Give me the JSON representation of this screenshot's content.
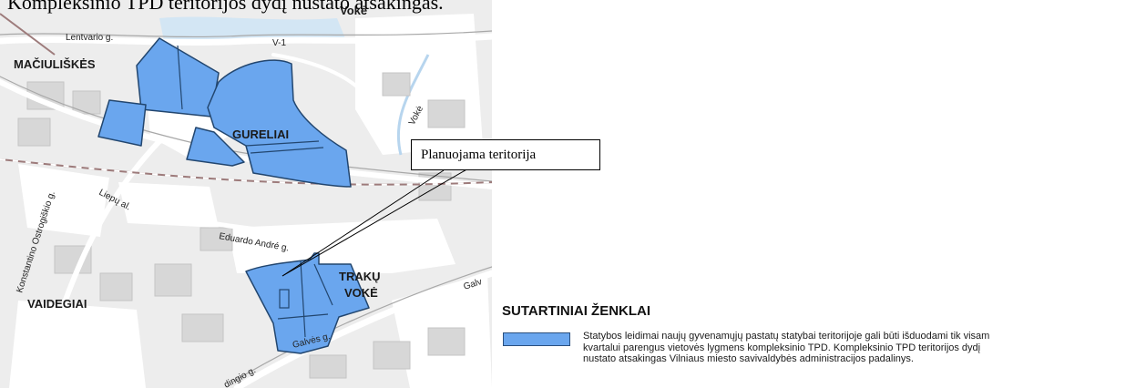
{
  "caption": "Kompleksinio TPD teritorijos dydį nustato atsakingas.",
  "map": {
    "districts": {
      "maciuliskes": "MAČIULIŠKĖS",
      "gureliai": "GURELIAI",
      "traku_voke_line1": "TRAKŲ",
      "traku_voke_line2": "VOKĖ",
      "vaidegiai": "VAIDEGIAI",
      "voke": "Vokė"
    },
    "streets": {
      "lentvario": "Lentvario g.",
      "konstantino": "Konstantino Ostrogiškio g.",
      "liepu": "Liepų al.",
      "eduardo": "Eduardo André g.",
      "galves": "Galvės g.",
      "galv_partial": "Galv",
      "dingio": "dingio g.",
      "road_code": "V-1",
      "voke_river": "Vokė"
    },
    "colors": {
      "zone_fill": "#6aa6ee",
      "zone_stroke": "#22466f"
    }
  },
  "callout": {
    "label": "Planuojama teritorija"
  },
  "legend": {
    "title": "SUTARTINIAI ŽENKLAI",
    "lines": [
      "Statybos leidimai naujų gyvenamųjų pastatų statybai teritorijoje gali būti išduodami tik visam",
      "kvartalui parengus vietovės lygmens kompleksinio TPD. Kompleksinio TPD teritorijos dydį",
      "nustato atsakingas Vilniaus miesto savivaldybės administracijos padalinys."
    ]
  }
}
